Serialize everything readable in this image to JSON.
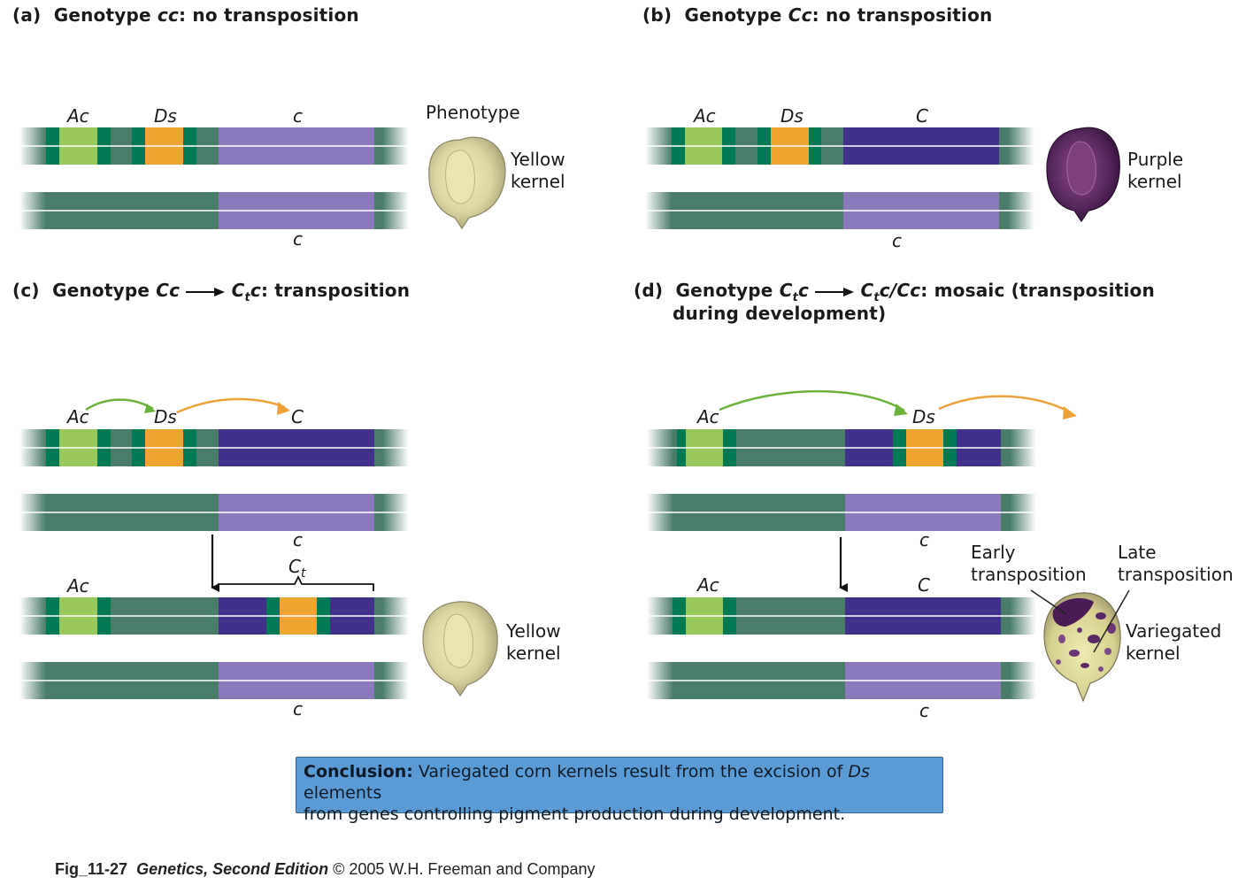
{
  "panels": {
    "a": {
      "letter": "(a)",
      "title_pre": "Genotype ",
      "title_genotype": "cc",
      "title_post": ": no transposition",
      "label_ac": "Ac",
      "label_ds": "Ds",
      "label_gene_top": "c",
      "label_gene_bottom": "c",
      "phenotype_heading": "Phenotype",
      "phenotype_line1": "Yellow",
      "phenotype_line2": "kernel"
    },
    "b": {
      "letter": "(b)",
      "title_pre": "Genotype ",
      "title_genotype": "Cc",
      "title_post": ": no transposition",
      "label_ac": "Ac",
      "label_ds": "Ds",
      "label_gene_top": "C",
      "label_gene_bottom": "c",
      "phenotype_line1": "Purple",
      "phenotype_line2": "kernel"
    },
    "c": {
      "letter": "(c)",
      "title_pre": "Genotype ",
      "title_genotype_1": "Cc",
      "title_genotype_2a": "C",
      "title_genotype_2sub": "t",
      "title_genotype_2b": "c",
      "title_post": ": transposition",
      "label_ac_top": "Ac",
      "label_ds": "Ds",
      "label_gene_top": "C",
      "label_gene_mid": "c",
      "label_ac_after": "Ac",
      "label_ct_main": "C",
      "label_ct_sub": "t",
      "label_gene_bottom": "c",
      "phenotype_line1": "Yellow",
      "phenotype_line2": "kernel"
    },
    "d": {
      "letter": "(d)",
      "title_pre": "Genotype ",
      "title_g1a": "C",
      "title_g1sub": "t",
      "title_g1b": "c",
      "title_g2a": "C",
      "title_g2sub": "t",
      "title_g2b": "c/Cc",
      "title_post": ":  mosaic (transposition",
      "title_line2": "during development)",
      "label_ac_top": "Ac",
      "label_ds": "Ds",
      "label_gene_mid": "c",
      "label_ac_after": "Ac",
      "label_gene_after": "C",
      "label_gene_bottom": "c",
      "early_1": "Early",
      "early_2": "transposition",
      "late_1": "Late",
      "late_2": "transposition",
      "phenotype_line1": "Variegated",
      "phenotype_line2": "kernel"
    }
  },
  "conclusion": {
    "bold": "Conclusion:",
    "text1": " Variegated corn kernels result from the excision of ",
    "text_italic": "Ds",
    "text2": " elements",
    "line2": "from genes controlling pigment production during development."
  },
  "footer": {
    "fig": "Fig_11-27",
    "book": "Genetics, Second Edition",
    "rest": " © 2005 W.H. Freeman and Company"
  },
  "colors": {
    "chromosome": "#4a7c6a",
    "chromosome_edge": "#5e8f7c",
    "flank": "#007a55",
    "ac": "#99c95a",
    "ds": "#f0a531",
    "gene_C": "#41318a",
    "gene_c": "#8a79bb",
    "arrow_green": "#6ab23c",
    "arrow_orange": "#eea23a",
    "conclusion_bg": "#5b9bd5"
  }
}
